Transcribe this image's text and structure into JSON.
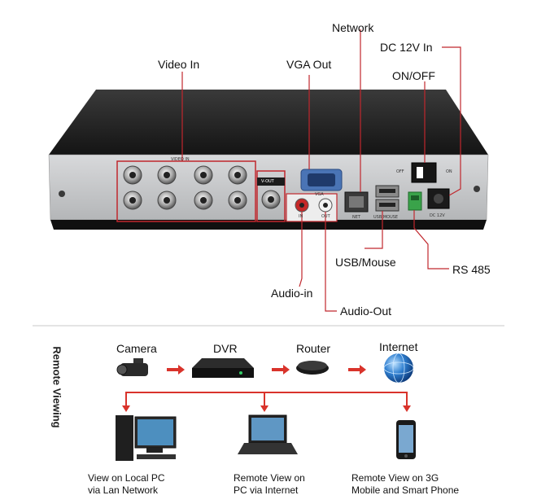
{
  "labels": {
    "network": "Network",
    "dc_in": "DC 12V In",
    "video_in": "Video In",
    "vga_out": "VGA Out",
    "on_off": "ON/OFF",
    "usb_mouse": "USB/Mouse",
    "rs485": "RS 485",
    "audio_in": "Audio-in",
    "audio_out": "Audio-Out"
  },
  "panel_text": {
    "video_in": "VIDEO IN",
    "v_out": "V-OUT",
    "net": "NET",
    "usb_mouse": "USB MOUSE",
    "dc": "DC 12V",
    "off": "OFF",
    "on": "ON",
    "vga": "VGA",
    "in": "IN",
    "out": "OUT"
  },
  "remote": {
    "title": "Remote Viewing",
    "camera": "Camera",
    "dvr": "DVR",
    "router": "Router",
    "internet": "Internet",
    "view1_line1": "View on Local PC",
    "view1_line2": "via Lan Network",
    "view2_line1": "Remote View on",
    "view2_line2": "PC via Internet",
    "view3_line1": "Remote View on 3G",
    "view3_line2": "Mobile and Smart Phone"
  },
  "colors": {
    "callout_red": "#c0272d",
    "arrow_red": "#d9332b",
    "dvr_body": "#1c1c1c",
    "panel": "#c9cbcd"
  }
}
